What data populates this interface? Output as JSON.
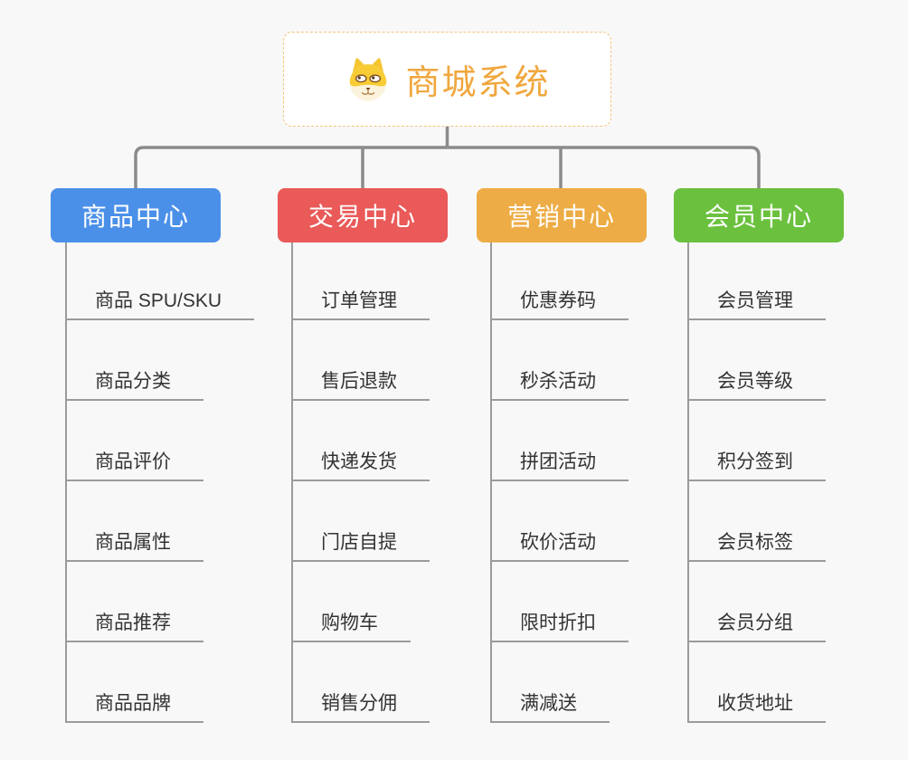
{
  "background_color": "#f8f8f8",
  "connector_color": "#8b8b8b",
  "root": {
    "title": "商城系统",
    "accent_color": "#F0A73E",
    "icon": "dog-face-icon"
  },
  "branches": [
    {
      "label": "商品中心",
      "color": "#4B90E8",
      "children": [
        "商品 SPU/SKU",
        "商品分类",
        "商品评价",
        "商品属性",
        "商品推荐",
        "商品品牌"
      ]
    },
    {
      "label": "交易中心",
      "color": "#E95A58",
      "children": [
        "订单管理",
        "售后退款",
        "快递发货",
        "门店自提",
        "购物车",
        "销售分佣"
      ]
    },
    {
      "label": "营销中心",
      "color": "#EDAC45",
      "children": [
        "优惠券码",
        "秒杀活动",
        "拼团活动",
        "砍价活动",
        "限时折扣",
        "满减送"
      ]
    },
    {
      "label": "会员中心",
      "color": "#6BC13E",
      "children": [
        "会员管理",
        "会员等级",
        "积分签到",
        "会员标签",
        "会员分组",
        "收货地址"
      ]
    }
  ]
}
